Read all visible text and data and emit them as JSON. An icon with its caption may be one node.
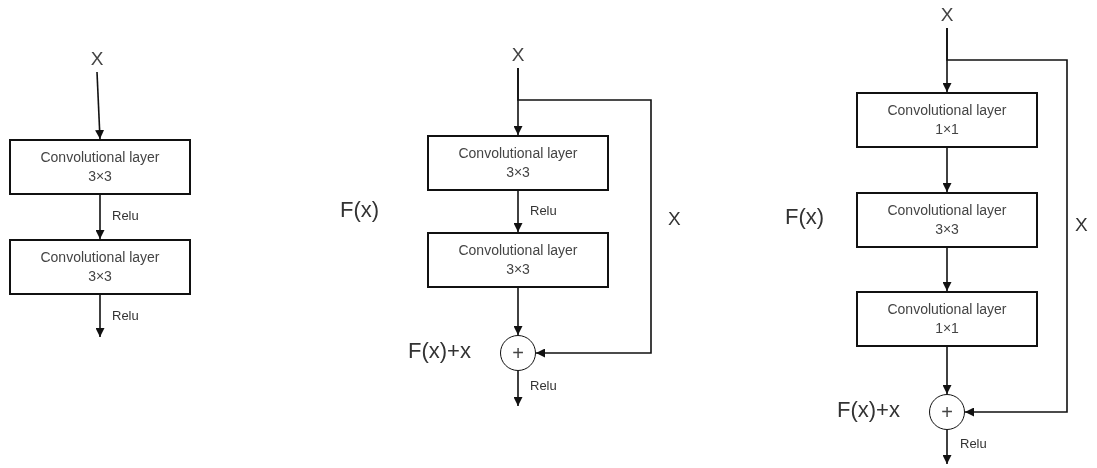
{
  "diagram": {
    "nodes": [
      {
        "text": [
          "X"
        ]
      },
      {
        "text": [
          "Convolutional layer",
          "3×3"
        ]
      },
      {
        "text": [
          "Convolutional layer",
          "3×3"
        ]
      },
      {
        "text": [
          "X"
        ]
      },
      {
        "text": [
          "Convolutional layer",
          "3×3"
        ]
      },
      {
        "text": [
          "Convolutional layer",
          "3×3"
        ]
      },
      {
        "text": [
          "+"
        ],
        "beside": [
          "F(x)+x"
        ]
      },
      {
        "text": [
          "X"
        ]
      },
      {
        "text": [
          "Convolutional layer",
          "1×1"
        ]
      },
      {
        "text": [
          "Convolutional layer",
          "3×3"
        ]
      },
      {
        "text": [
          "Convolutional layer",
          "1×1"
        ]
      },
      {
        "text": [
          "+"
        ],
        "beside": [
          "F(x)+x"
        ]
      }
    ],
    "edges": [
      {
        "from": 0,
        "to": 1,
        "arrow": "to"
      },
      {
        "from": 1,
        "to": 2,
        "arrow": "to",
        "label": "Relu"
      },
      {
        "from": 2,
        "to": null,
        "arrow": "to",
        "label": "Relu"
      },
      {
        "from": 3,
        "to": 4,
        "arrow": "to"
      },
      {
        "from": 4,
        "to": 5,
        "arrow": "to",
        "label": "Relu"
      },
      {
        "from": 5,
        "to": 6,
        "arrow": "to"
      },
      {
        "from": 3,
        "to": 6,
        "arrow": "to",
        "label": "X"
      },
      {
        "from": 6,
        "to": null,
        "arrow": "to",
        "label": "Relu"
      },
      {
        "from": 7,
        "to": 8,
        "arrow": "to"
      },
      {
        "from": 8,
        "to": 9,
        "arrow": "to"
      },
      {
        "from": 9,
        "to": 10,
        "arrow": "to"
      },
      {
        "from": 10,
        "to": 11,
        "arrow": "to"
      },
      {
        "from": 7,
        "to": 11,
        "arrow": "to",
        "label": "X"
      },
      {
        "from": 11,
        "to": null,
        "arrow": "to",
        "label": "Relu"
      }
    ],
    "labels": [
      "F(x)",
      "F(x)"
    ]
  }
}
